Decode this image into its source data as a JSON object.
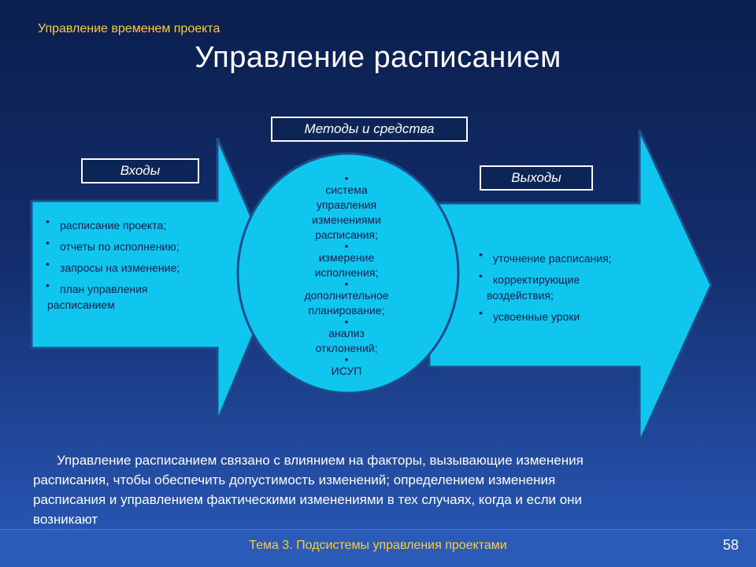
{
  "header": {
    "subtitle": "Управление временем проекта",
    "title": "Управление расписанием"
  },
  "diagram": {
    "methods_label": "Методы и средства",
    "inputs_label": "Входы",
    "outputs_label": "Выходы",
    "colors": {
      "shape_fill": "#10c6ef",
      "shape_stroke": "#1a4f8a",
      "label_bg": "#0d2456"
    },
    "inputs": {
      "items": [
        "расписание проекта;",
        "отчеты по исполнению;",
        "запросы на изменение;",
        "план управления"
      ],
      "continuation": "расписанием"
    },
    "methods": [
      "система",
      "управления",
      "изменениями",
      "расписания;",
      "измерение",
      "исполнения;",
      "дополнительное",
      "планирование;",
      "анализ",
      "отклонений;",
      "ИСУП"
    ],
    "outputs": {
      "item1": "уточнение расписания;",
      "item2": "корректирующие",
      "item2_cont": "воздействия;",
      "item3": "усвоенные уроки"
    }
  },
  "description": {
    "line1": "Управление расписанием связано с влиянием на факторы, вызывающие изменения",
    "line2": "расписания, чтобы обеспечить допустимость изменений;  определением изменения",
    "line3": "расписания и управлением фактическими изменениями в тех случаях, когда и если они",
    "line4": "возникают"
  },
  "footer": {
    "topic": "Тема 3. Подсистемы управления проектами",
    "page_number": "58"
  }
}
